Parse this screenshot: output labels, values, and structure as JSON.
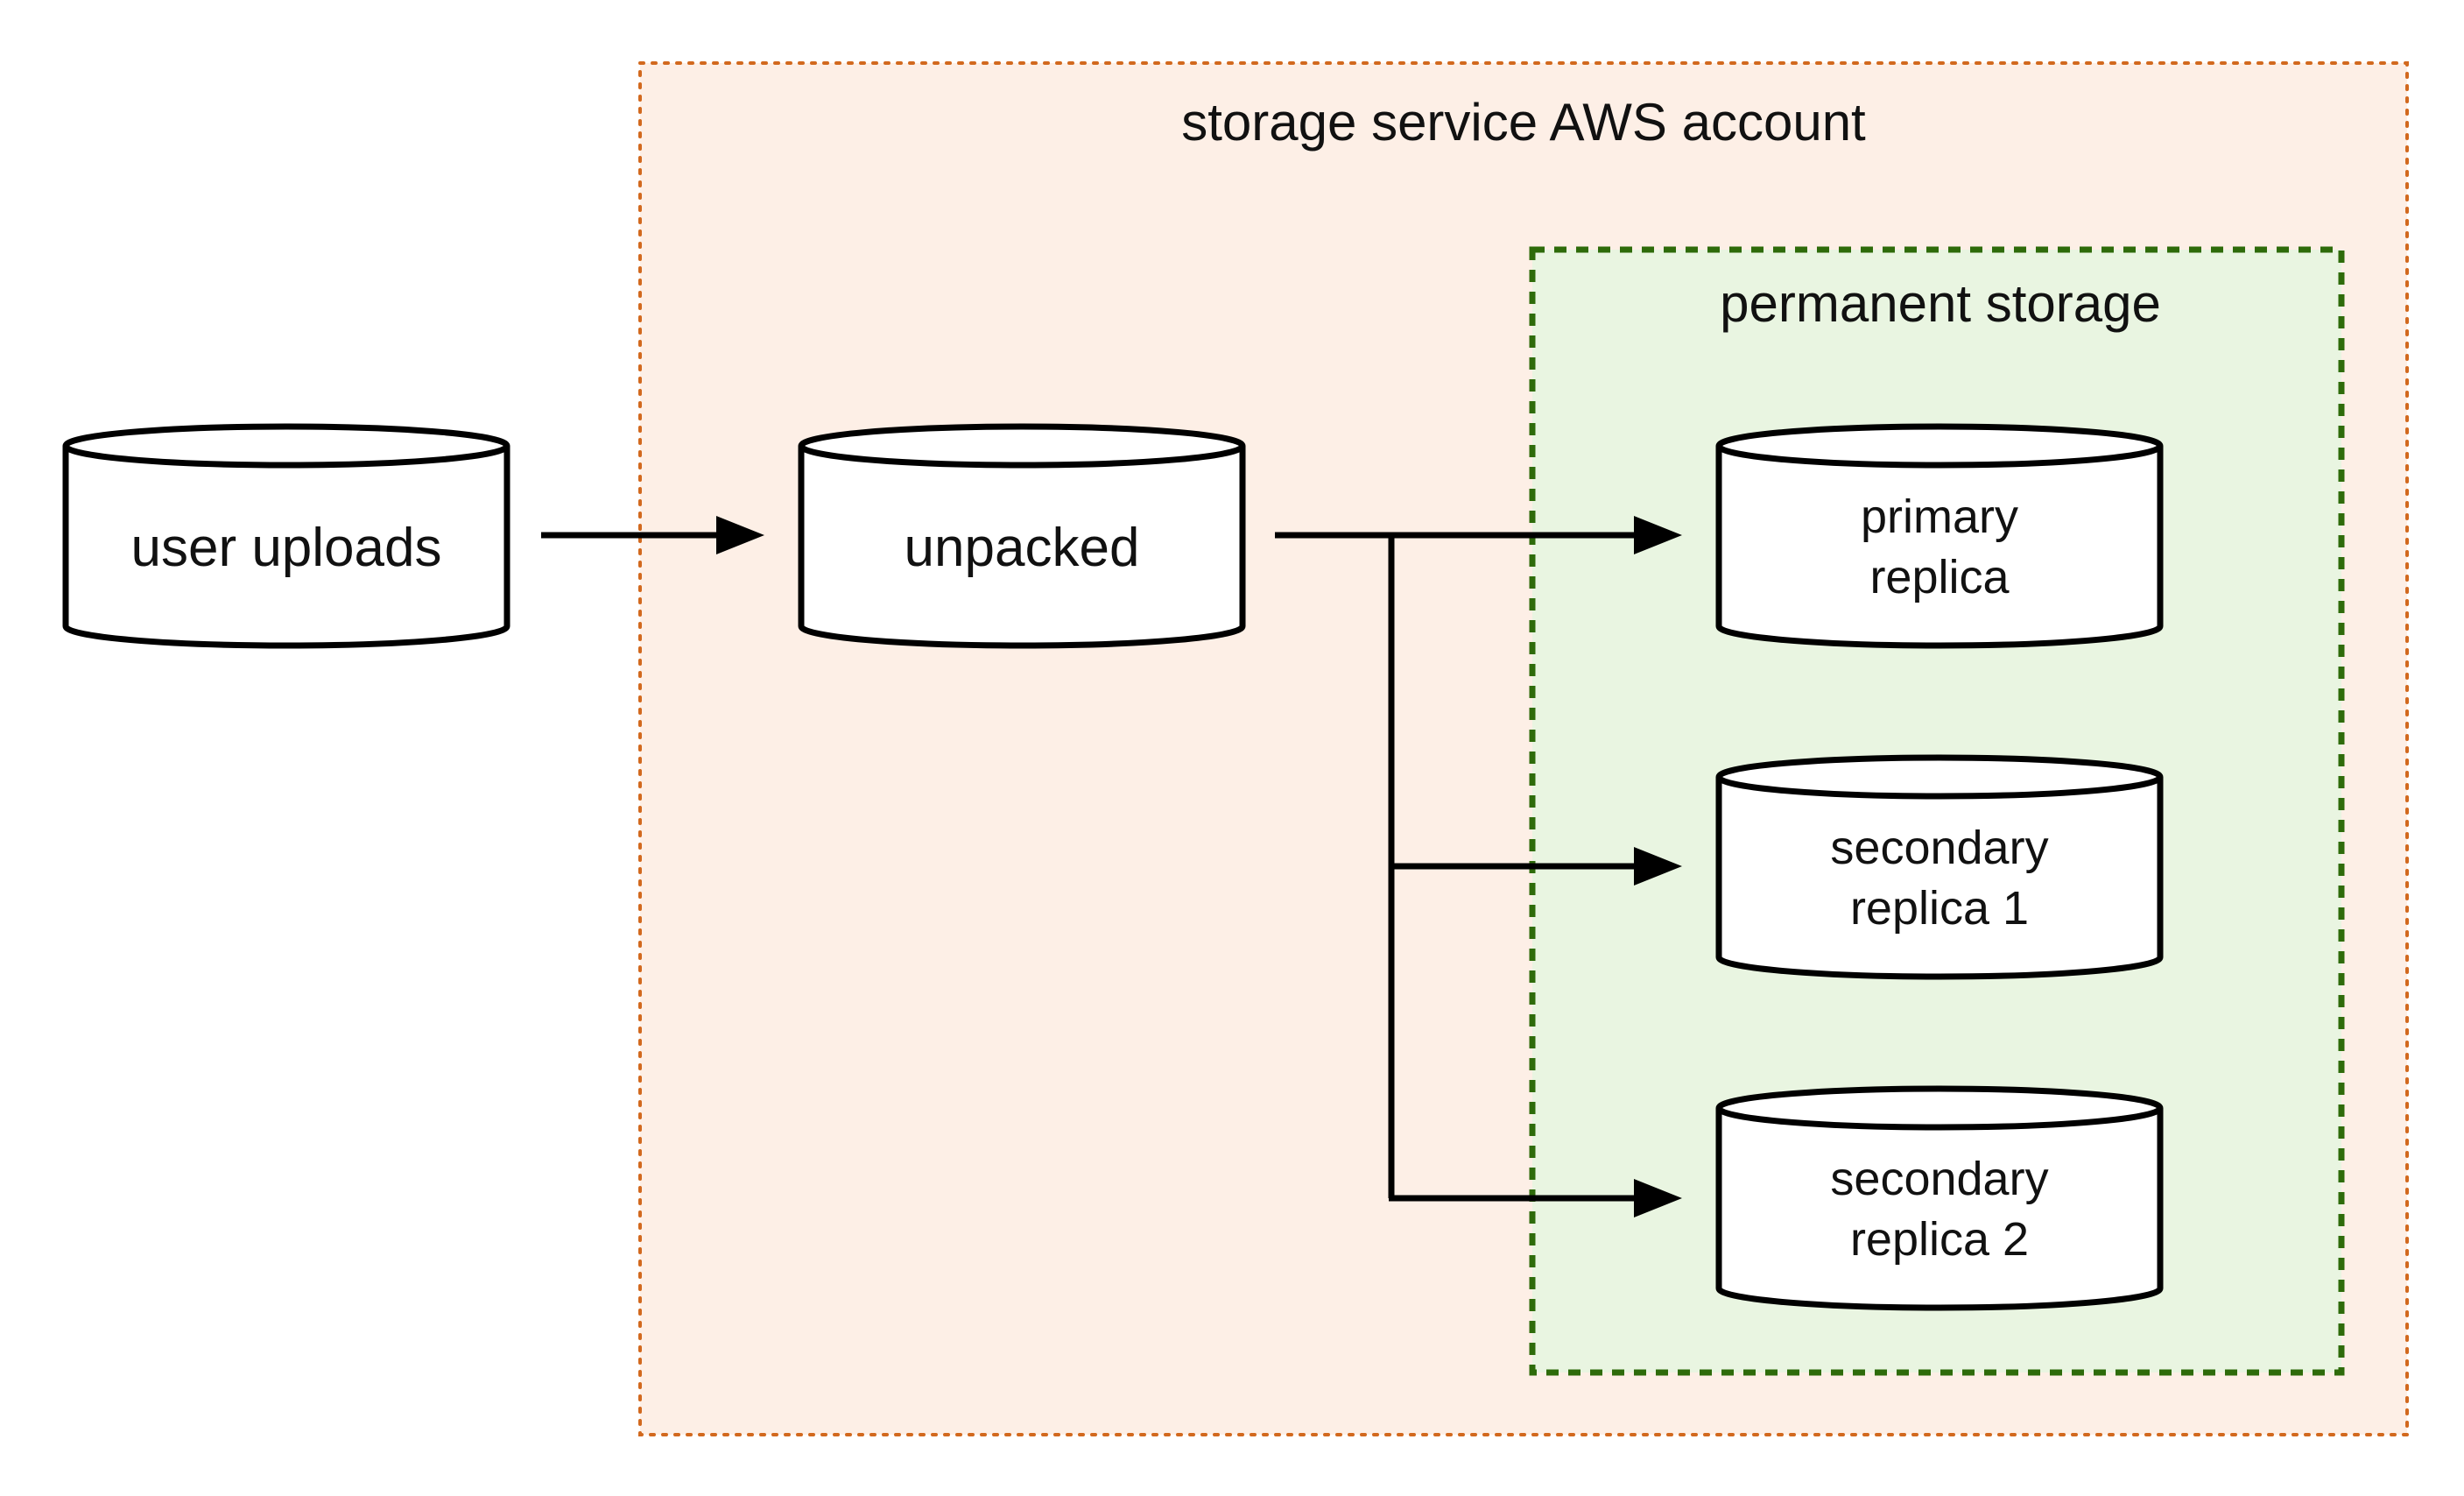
{
  "zones": {
    "aws_account": {
      "title": "storage service AWS account",
      "fill": "#fdefe6",
      "border": "#d2691e"
    },
    "permanent_storage": {
      "title": "permanent storage",
      "fill": "#e9f5e1",
      "border": "#2e6b0a"
    }
  },
  "stores": {
    "user_uploads": {
      "lines": [
        "user uploads"
      ]
    },
    "unpacked": {
      "lines": [
        "unpacked"
      ]
    },
    "primary_replica": {
      "lines": [
        "primary",
        "replica"
      ]
    },
    "secondary_replica_1": {
      "lines": [
        "secondary",
        "replica 1"
      ]
    },
    "secondary_replica_2": {
      "lines": [
        "secondary",
        "replica 2"
      ]
    }
  },
  "edges": [
    {
      "from": "user_uploads",
      "to": "unpacked"
    },
    {
      "from": "unpacked",
      "to": "primary_replica"
    },
    {
      "from": "unpacked",
      "to": "secondary_replica_1"
    },
    {
      "from": "unpacked",
      "to": "secondary_replica_2"
    }
  ]
}
